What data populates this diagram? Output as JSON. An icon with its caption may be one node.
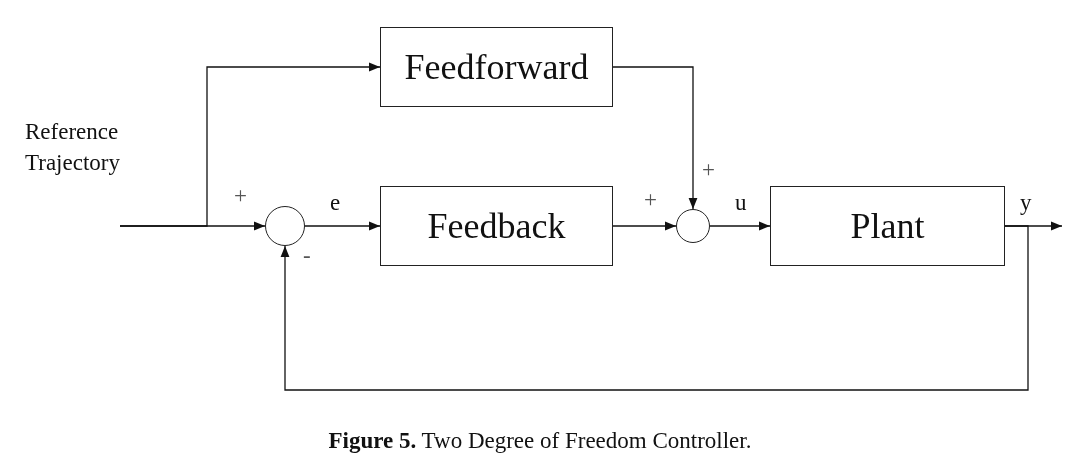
{
  "diagram": {
    "caption": "**Figure 5.** Two Degree of Freedom Controller.",
    "nodes": [
      {
        "text": [
          "Feedforward"
        ]
      },
      {
        "text": [],
        "shape": "circle"
      },
      {
        "text": [
          "Feedback"
        ]
      },
      {
        "text": [],
        "shape": "circle"
      },
      {
        "text": [
          "Plant"
        ]
      }
    ],
    "edges": [
      {
        "from": null,
        "to": 1,
        "arrow": "to"
      },
      {
        "from": null,
        "to": 0,
        "arrow": "to"
      },
      {
        "from": 1,
        "to": 2,
        "arrow": "to",
        "label": "e"
      },
      {
        "from": 0,
        "to": 3,
        "arrow": "to"
      },
      {
        "from": 2,
        "to": 3,
        "arrow": "to"
      },
      {
        "from": 3,
        "to": 4,
        "arrow": "to",
        "label": "u"
      },
      {
        "from": 4,
        "to": null,
        "arrow": "to",
        "label": "y"
      },
      {
        "from": 4,
        "to": 1,
        "arrow": "to"
      }
    ],
    "labels": [
      "Reference Trajectory",
      "+",
      "-",
      "+",
      "+"
    ]
  }
}
